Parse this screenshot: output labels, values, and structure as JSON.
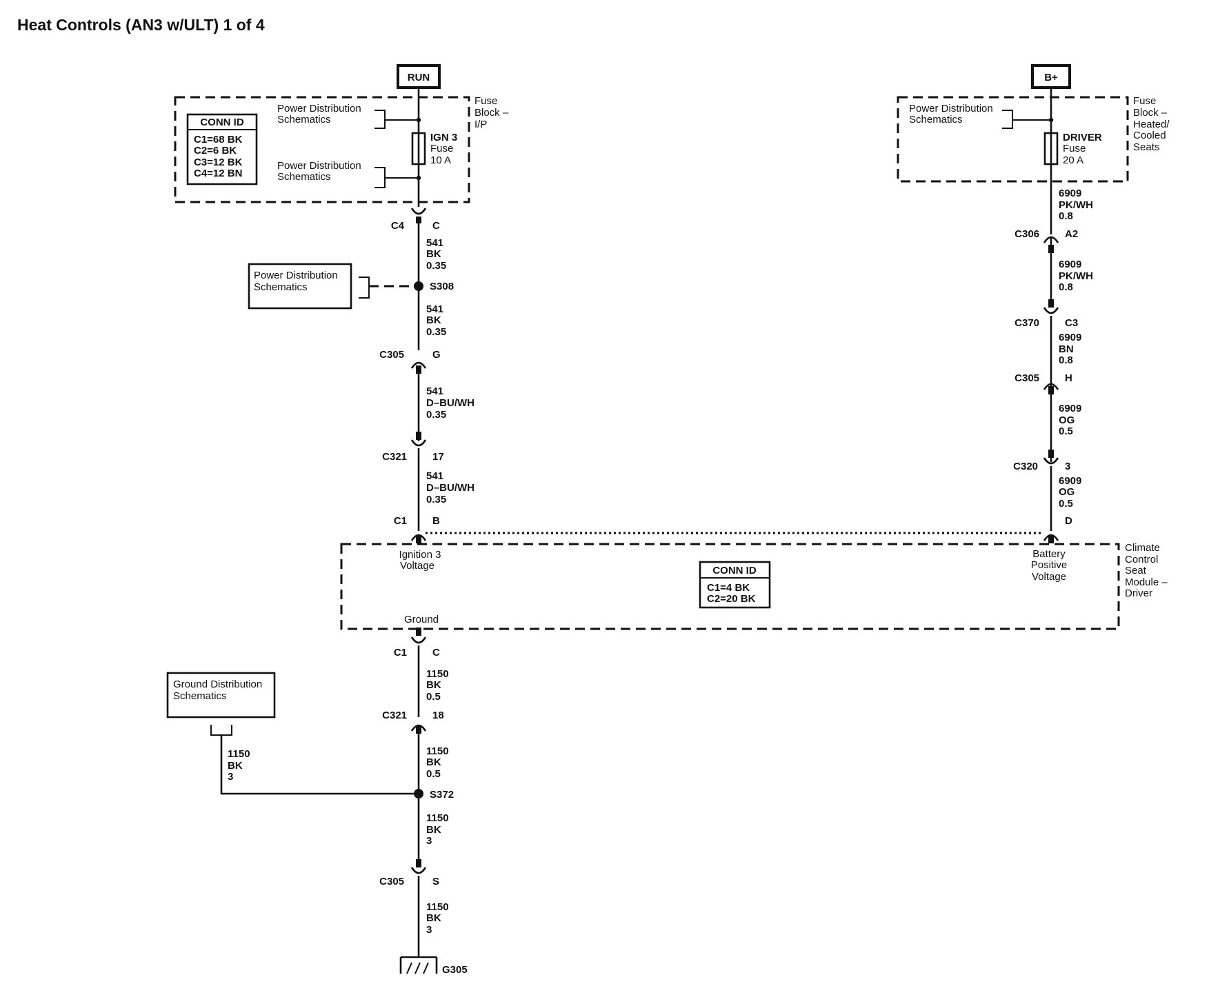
{
  "title": "Heat Controls (AN3 w/ULT) 1 of 4",
  "power_sources": {
    "run": "RUN",
    "bplus": "B+"
  },
  "fuse_block_ip": {
    "name": [
      "Fuse",
      "Block –",
      "I/P"
    ],
    "conn_id": {
      "title": "CONN ID",
      "rows": [
        "C1=68 BK",
        "C2=6 BK",
        "C3=12 BK",
        "C4=12 BN"
      ]
    },
    "ref_top": [
      "Power Distribution",
      "Schematics"
    ],
    "ref_bottom": [
      "Power Distribution",
      "Schematics"
    ],
    "fuse": [
      "IGN 3",
      "Fuse",
      "10 A"
    ]
  },
  "fuse_block_seats": {
    "name": [
      "Fuse",
      "Block –",
      "Heated/",
      "Cooled",
      "Seats"
    ],
    "ref": [
      "Power Distribution",
      "Schematics"
    ],
    "fuse": [
      "DRIVER",
      "Fuse",
      "20 A"
    ]
  },
  "left_circuit": {
    "c4": {
      "conn": "C4",
      "pin": "C"
    },
    "wire1": [
      "541",
      "BK",
      "0.35"
    ],
    "splice": "S308",
    "pd_ref": [
      "Power Distribution",
      "Schematics"
    ],
    "wire2": [
      "541",
      "BK",
      "0.35"
    ],
    "c305": {
      "conn": "C305",
      "pin": "G"
    },
    "wire3": [
      "541",
      "D–BU/WH",
      "0.35"
    ],
    "c321": {
      "conn": "C321",
      "pin": "17"
    },
    "wire4": [
      "541",
      "D–BU/WH",
      "0.35"
    ],
    "c1": {
      "conn": "C1",
      "pin": "B"
    }
  },
  "right_circuit": {
    "wire1": [
      "6909",
      "PK/WH",
      "0.8"
    ],
    "c306": {
      "conn": "C306",
      "pin": "A2"
    },
    "wire2": [
      "6909",
      "PK/WH",
      "0.8"
    ],
    "c370": {
      "conn": "C370",
      "pin": "C3"
    },
    "wire3": [
      "6909",
      "BN",
      "0.8"
    ],
    "c305": {
      "conn": "C305",
      "pin": "H"
    },
    "wire4": [
      "6909",
      "OG",
      "0.5"
    ],
    "c320": {
      "conn": "C320",
      "pin": "3"
    },
    "wire5": [
      "6909",
      "OG",
      "0.5"
    ],
    "d": {
      "pin": "D"
    }
  },
  "module": {
    "name": [
      "Climate",
      "Control",
      "Seat",
      "Module –",
      "Driver"
    ],
    "ign_label": [
      "Ignition 3",
      "Voltage"
    ],
    "batt_label": [
      "Battery",
      "Positive",
      "Voltage"
    ],
    "ground_label": "Ground",
    "conn_id": {
      "title": "CONN ID",
      "rows": [
        "C1=4 BK",
        "C2=20 BK"
      ]
    }
  },
  "ground_circuit": {
    "c1": {
      "conn": "C1",
      "pin": "C"
    },
    "wire1": [
      "1150",
      "BK",
      "0.5"
    ],
    "c321": {
      "conn": "C321",
      "pin": "18"
    },
    "wire2": [
      "1150",
      "BK",
      "0.5"
    ],
    "splice": "S372",
    "gd_ref": [
      "Ground Distribution",
      "Schematics"
    ],
    "branch_wire": [
      "1150",
      "BK",
      "3"
    ],
    "wire3": [
      "1150",
      "BK",
      "3"
    ],
    "c305": {
      "conn": "C305",
      "pin": "S"
    },
    "wire4": [
      "1150",
      "BK",
      "3"
    ],
    "ground": "G305"
  }
}
